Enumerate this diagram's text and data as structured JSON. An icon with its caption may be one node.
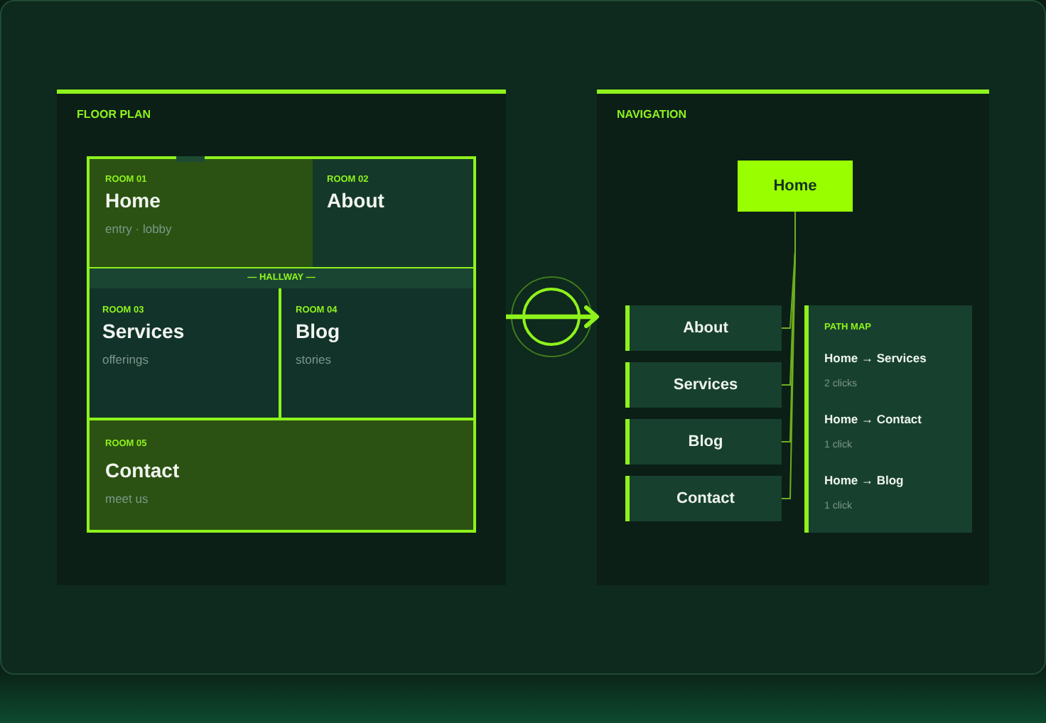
{
  "diagram": {
    "nodes": [
      {
        "text": [
          "FLOOR PLAN"
        ]
      },
      {
        "text": [
          "ROOM 01",
          "Home",
          "entry · lobby"
        ],
        "in": 0
      },
      {
        "text": [
          "ROOM 02",
          "About"
        ],
        "in": 0
      },
      {
        "text": [
          "— HALLWAY —"
        ],
        "in": 0
      },
      {
        "text": [
          "ROOM 03",
          "Services",
          "offerings"
        ],
        "in": 0
      },
      {
        "text": [
          "ROOM 04",
          "Blog",
          "stories"
        ],
        "in": 0
      },
      {
        "text": [
          "ROOM 05",
          "Contact",
          "meet us"
        ],
        "in": 0
      },
      {
        "text": [
          "NAVIGATION"
        ]
      },
      {
        "text": [
          "Home"
        ],
        "in": 7
      },
      {
        "text": [
          "About"
        ],
        "in": 7
      },
      {
        "text": [
          "Services"
        ],
        "in": 7
      },
      {
        "text": [
          "Blog"
        ],
        "in": 7
      },
      {
        "text": [
          "Contact"
        ],
        "in": 7
      },
      {
        "text": [
          "PATH MAP",
          "Home → Services",
          "2 clicks",
          "Home → Contact",
          "1 click",
          "Home → Blog",
          "1 click"
        ],
        "in": 7
      }
    ],
    "edges": [
      {
        "from": 0,
        "to": 7,
        "arrow": "to",
        "style": "thick",
        "color": "#8ef21c"
      },
      {
        "from": 8,
        "to": 9,
        "arrow": "none"
      },
      {
        "from": 8,
        "to": 10,
        "arrow": "none"
      },
      {
        "from": 8,
        "to": 11,
        "arrow": "none"
      },
      {
        "from": 8,
        "to": 12,
        "arrow": "none"
      }
    ]
  }
}
